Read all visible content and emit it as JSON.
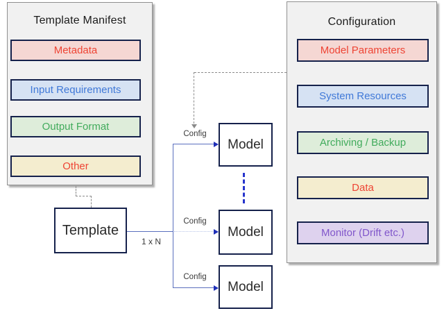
{
  "left_panel": {
    "title": "Template Manifest",
    "items": [
      {
        "label": "Metadata",
        "text_color": "#ee4434",
        "bg_color": "#f5d7d3"
      },
      {
        "label": "Input Requirements",
        "text_color": "#4079d8",
        "bg_color": "#d6e2f3"
      },
      {
        "label": "Output Format",
        "text_color": "#41ab5c",
        "bg_color": "#deedda"
      },
      {
        "label": "Other",
        "text_color": "#ee4434",
        "bg_color": "#f4edcf"
      }
    ]
  },
  "right_panel": {
    "title": "Configuration",
    "items": [
      {
        "label": "Model Parameters",
        "text_color": "#ee4434",
        "bg_color": "#f5d7d3"
      },
      {
        "label": "System Resources",
        "text_color": "#4079d8",
        "bg_color": "#d6e2f3"
      },
      {
        "label": "Archiving / Backup",
        "text_color": "#41ab5c",
        "bg_color": "#deedda"
      },
      {
        "label": "Data",
        "text_color": "#ee4434",
        "bg_color": "#f4edcf"
      },
      {
        "label": "Monitor (Drift etc.)",
        "text_color": "#8157cb",
        "bg_color": "#ded2ee"
      }
    ]
  },
  "nodes": {
    "template_label": "Template",
    "model_label": "Model"
  },
  "edges": {
    "multiplicity_label": "1 x N",
    "config_label": "Config"
  },
  "palette": {
    "panel_bg": "#f1f1f1",
    "panel_border": "#8f8f8f",
    "item_border": "#15214b",
    "node_border": "#15214b",
    "connector_blue": "#5a6fbe",
    "connector_blue_light": "#b6c3e8",
    "arrowhead_blue": "#1f2fb8",
    "ellipsis_blue": "#2634cc",
    "dashed_gray": "#8a8a8a",
    "title_text": "#1b1b1b",
    "label_text": "#3a3a3a"
  }
}
